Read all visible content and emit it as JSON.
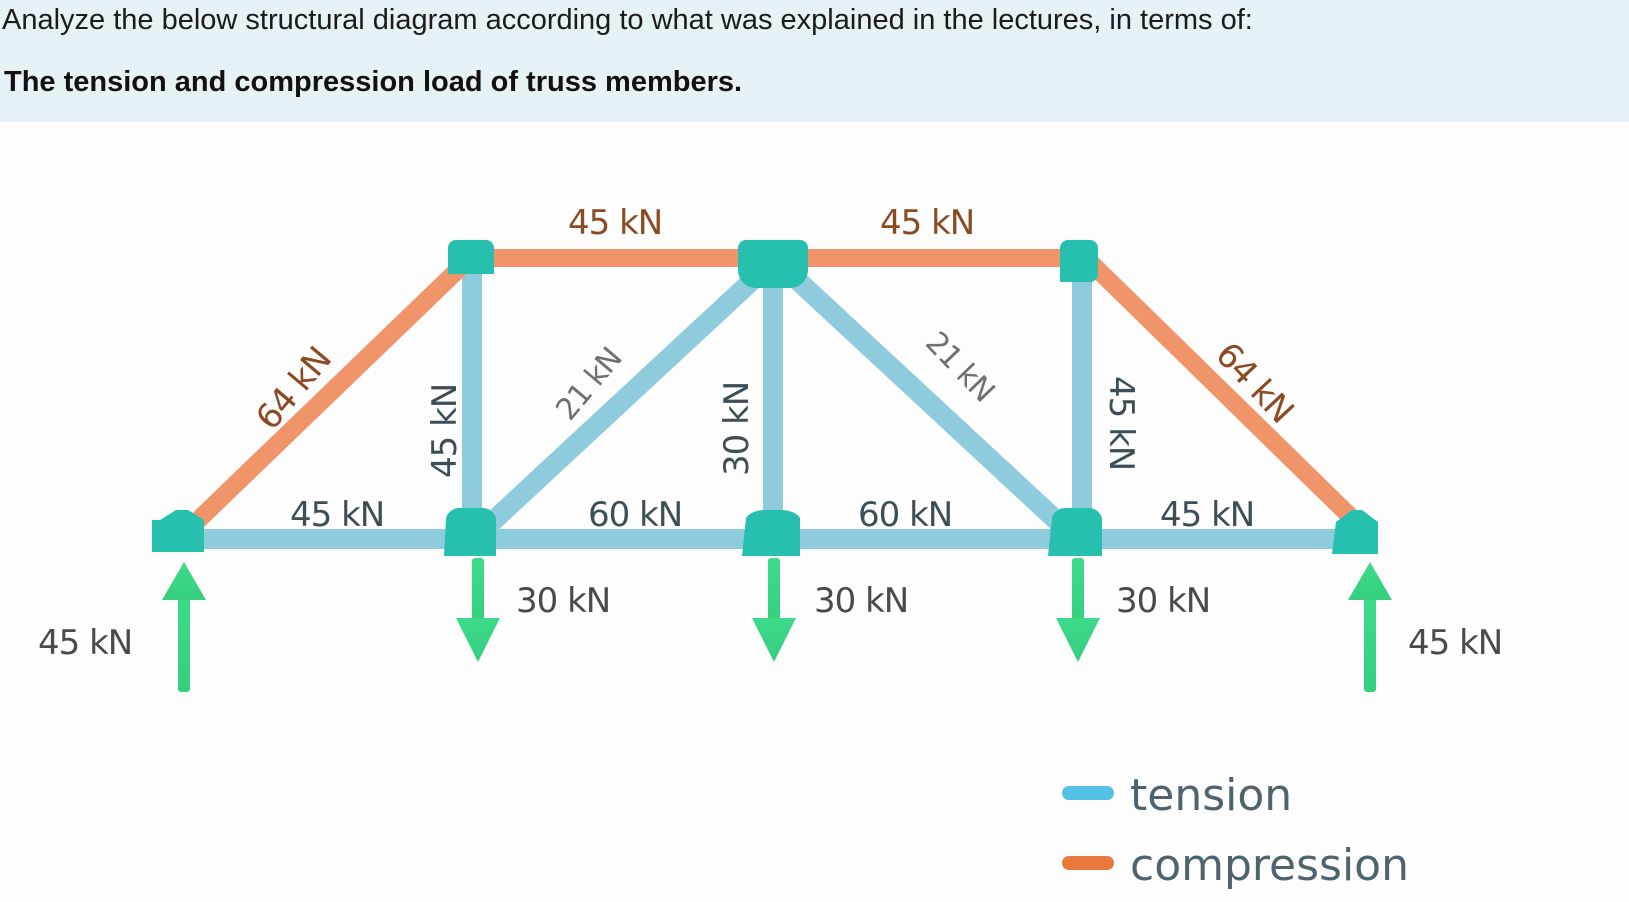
{
  "question": {
    "prompt": "Analyze the below structural diagram according to what was explained in the lectures, in terms of:",
    "topic": "The tension and compression load of truss members."
  },
  "diagram": {
    "colors": {
      "tension": "#8ecbdc",
      "compression": "#f0956a",
      "joint": "#27c0ae",
      "load_arrow": "#3ddb8a"
    },
    "members": {
      "top_left_chord": "45 kN",
      "top_right_chord": "45 kN",
      "left_diagonal": "64 kN",
      "right_diagonal": "64 kN",
      "left_vertical": "45 kN",
      "center_vertical": "30 kN",
      "right_vertical": "45 kN",
      "inner_left_diagonal": "21 kN",
      "inner_right_diagonal": "21 kN",
      "bottom_chord_1": "45 kN",
      "bottom_chord_2": "60 kN",
      "bottom_chord_3": "60 kN",
      "bottom_chord_4": "45 kN"
    },
    "loads": {
      "left_reaction": "45 kN",
      "right_reaction": "45 kN",
      "load_1": "30 kN",
      "load_2": "30 kN",
      "load_3": "30 kN"
    },
    "legend": {
      "tension": "tension",
      "compression": "compression"
    }
  }
}
